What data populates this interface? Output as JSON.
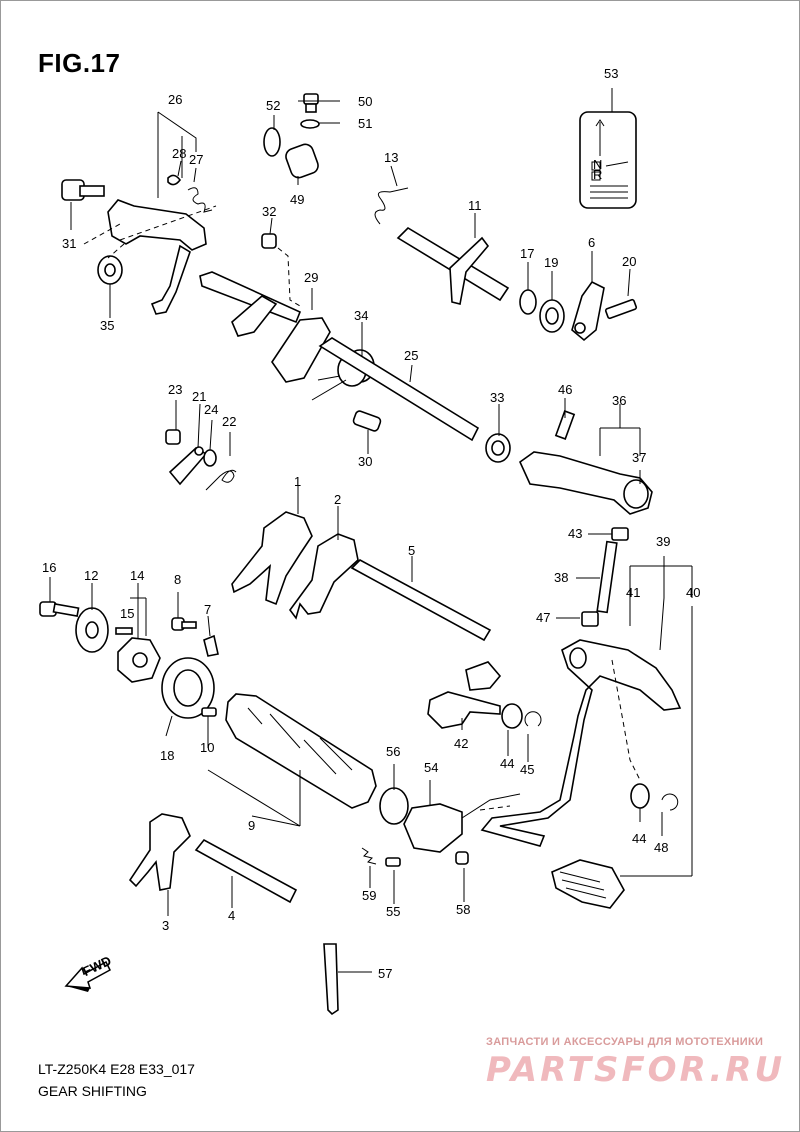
{
  "figure": {
    "title": "FIG.17"
  },
  "footer": {
    "model_code": "LT-Z250K4 E28 E33_017",
    "section_name": "GEAR SHIFTING"
  },
  "watermark": {
    "tagline": "ЗАПЧАСТИ И АКСЕССУАРЫ ДЛЯ МОТОТЕХНИКИ",
    "logo_text": "PARTSFOR.RU"
  },
  "fwd_arrow": {
    "label": "FWD"
  },
  "callouts": {
    "c1": "1",
    "c2": "2",
    "c3": "3",
    "c4": "4",
    "c5": "5",
    "c6": "6",
    "c7": "7",
    "c8": "8",
    "c9": "9",
    "c10": "10",
    "c11": "11",
    "c12": "12",
    "c13": "13",
    "c14": "14",
    "c15": "15",
    "c16": "16",
    "c17": "17",
    "c18": "18",
    "c19": "19",
    "c20": "20",
    "c21": "21",
    "c22": "22",
    "c23": "23",
    "c24": "24",
    "c25": "25",
    "c26": "26",
    "c27": "27",
    "c28": "28",
    "c29": "29",
    "c30": "30",
    "c31": "31",
    "c32": "32",
    "c33": "33",
    "c34": "34",
    "c35": "35",
    "c36": "36",
    "c37": "37",
    "c38": "38",
    "c39": "39",
    "c40": "40",
    "c41": "41",
    "c42": "42",
    "c43": "43",
    "c44a": "44",
    "c44b": "44",
    "c45": "45",
    "c46": "46",
    "c47": "47",
    "c48": "48",
    "c49": "49",
    "c50": "50",
    "c51": "51",
    "c52": "52",
    "c53": "53",
    "c54": "54",
    "c55": "55",
    "c56": "56",
    "c57": "57",
    "c58": "58",
    "c59": "59"
  },
  "shift_label": {
    "n_mark": "N",
    "r_mark": "R"
  }
}
